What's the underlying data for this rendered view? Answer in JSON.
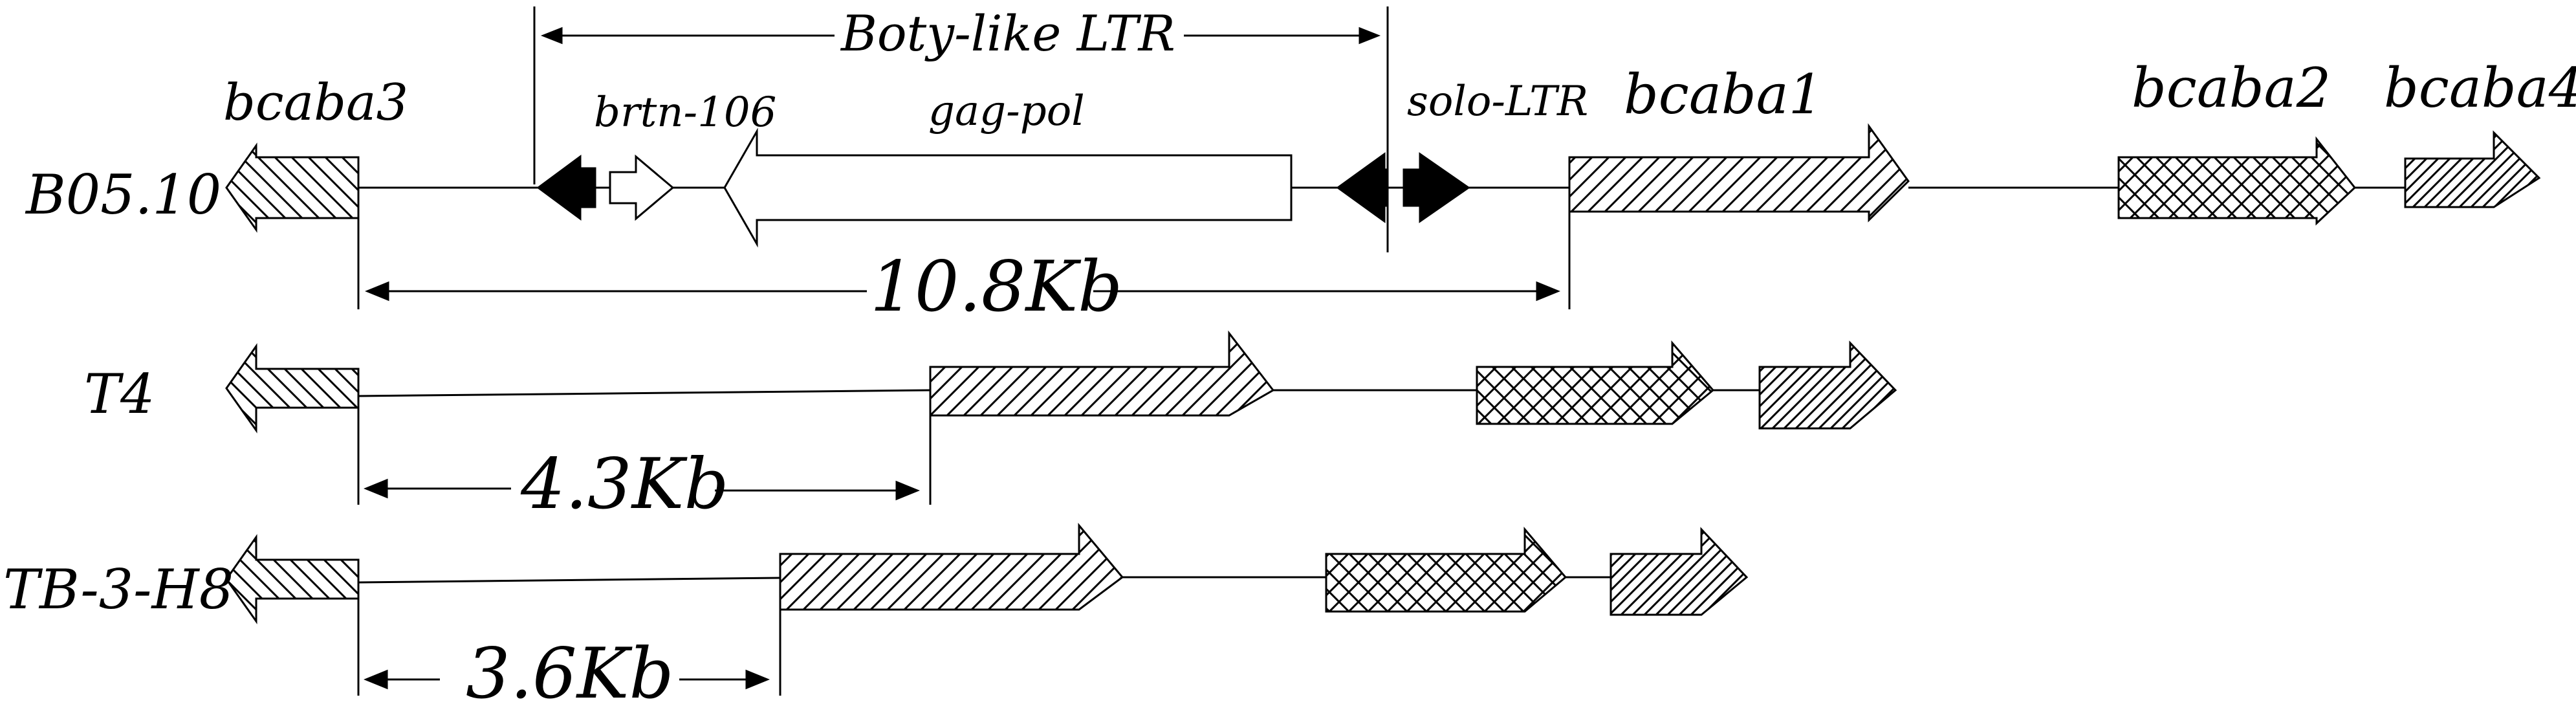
{
  "strains": {
    "b0510": "B05.10",
    "t4": "T4",
    "tb3h8": "TB-3-H8"
  },
  "genes": {
    "bcaba3": "bcaba3",
    "bcaba1": "bcaba1",
    "bcaba2": "bcaba2",
    "bcaba4": "bcaba4"
  },
  "elements": {
    "boty_ltr": "Boty-like LTR",
    "brtn": "brtn-106",
    "gagpol": "gag-pol",
    "solo_ltr": "solo-LTR"
  },
  "distances": {
    "b0510": "10.8Kb",
    "t4": "4.3Kb",
    "tb3h8": "3.6Kb"
  },
  "colors": {
    "ink": "#000000",
    "fill": "#ffffff"
  }
}
